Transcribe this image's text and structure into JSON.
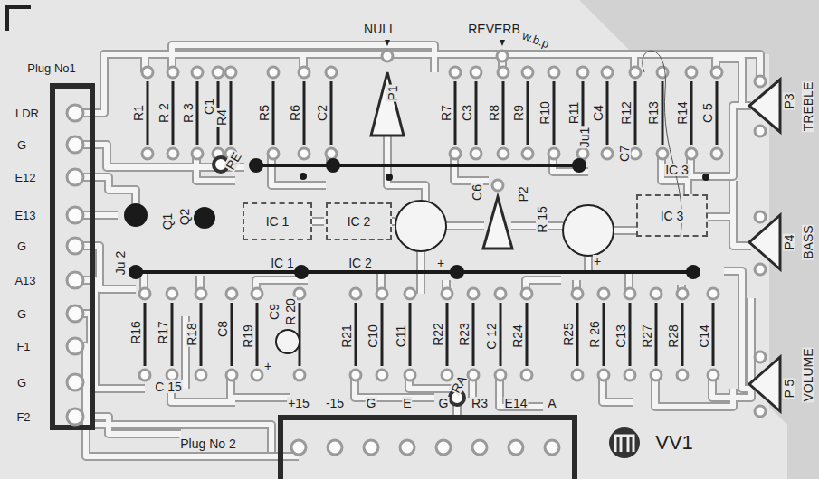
{
  "diagram": {
    "nodes": [
      {
        "text": [
          "IC 1"
        ]
      },
      {
        "text": [
          "IC 2"
        ]
      },
      {
        "text": [
          "IC 3"
        ]
      }
    ],
    "labels": [
      "NULL",
      "REVERB",
      "w.b.p",
      "Plug No1",
      "LDR",
      "G",
      "E12",
      "E13",
      "G",
      "A13",
      "G",
      "F1",
      "G",
      "F2",
      "R1",
      "R 2",
      "R 3",
      "C1",
      "R4",
      "R5",
      "R6",
      "C2",
      "P1",
      "R7",
      "C3",
      "R8",
      "R9",
      "R10",
      "R11",
      "C4",
      "R12",
      "R13",
      "R14",
      "C 5",
      "RE",
      "Ju1",
      "C6",
      "P2",
      "R 15",
      "C7",
      "IC 3",
      "Q1",
      "Q2",
      "Ju 2",
      "IC 1",
      "IC 2",
      "+",
      "+",
      "R16",
      "R17",
      "R18",
      "C8",
      "R19",
      "C9",
      "R 20",
      "+",
      "R21",
      "C10",
      "C11",
      "R22",
      "R23",
      "C 12",
      "R24",
      "R25",
      "R 26",
      "C13",
      "R27",
      "R28",
      "C14",
      "C 15",
      "RA",
      "+15",
      "-15",
      "G",
      "E",
      "G",
      "R3",
      "E14",
      "A",
      "Plug No 2",
      "P3",
      "TREBLE",
      "P4",
      "BASS",
      "P 5",
      "VOLUME",
      "VV1"
    ]
  }
}
